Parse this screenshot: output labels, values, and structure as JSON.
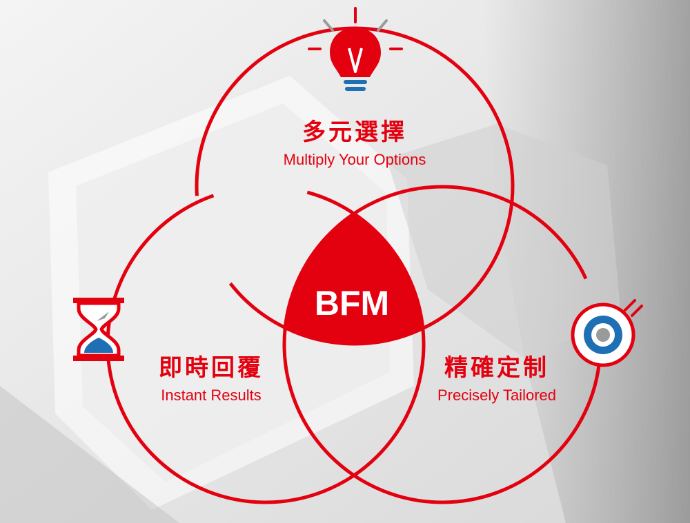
{
  "diagram": {
    "center": {
      "label": "BFM"
    },
    "circles": [
      {
        "title_zh": "多元選擇",
        "title_en": "Multiply Your Options",
        "icon": "lightbulb-icon"
      },
      {
        "title_zh": "即時回覆",
        "title_en": "Instant Results",
        "icon": "hourglass-icon"
      },
      {
        "title_zh": "精確定制",
        "title_en": "Precisely Tailored",
        "icon": "target-icon"
      }
    ]
  },
  "colors": {
    "accent_red": "#e3000f",
    "accent_blue": "#1f6fb5",
    "gray": "#9a9a9a"
  }
}
